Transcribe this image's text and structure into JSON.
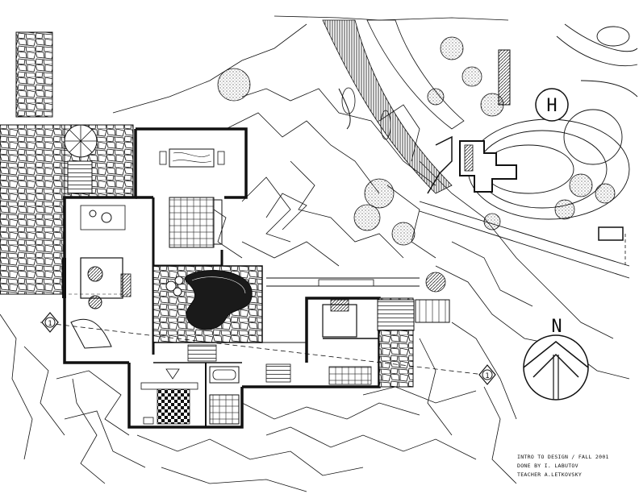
{
  "colors": {
    "ink": "#111111",
    "paper": "#ffffff",
    "pool": "#1a1a1a",
    "stone": "#e6e6e6"
  },
  "labels": {
    "north": "N",
    "helipad": "H",
    "section_marker_left": "1",
    "section_marker_right": "1"
  },
  "title_block": {
    "line1": "INTRO TO DESIGN / FALL 2001",
    "line2": "DONE BY  I. LABUTOV",
    "line3": "TEACHER  A.LETKOVSKY"
  },
  "icons": {
    "north_arrow": "north-arrow-icon",
    "section_marker": "section-marker-icon",
    "helipad": "helipad-icon"
  }
}
